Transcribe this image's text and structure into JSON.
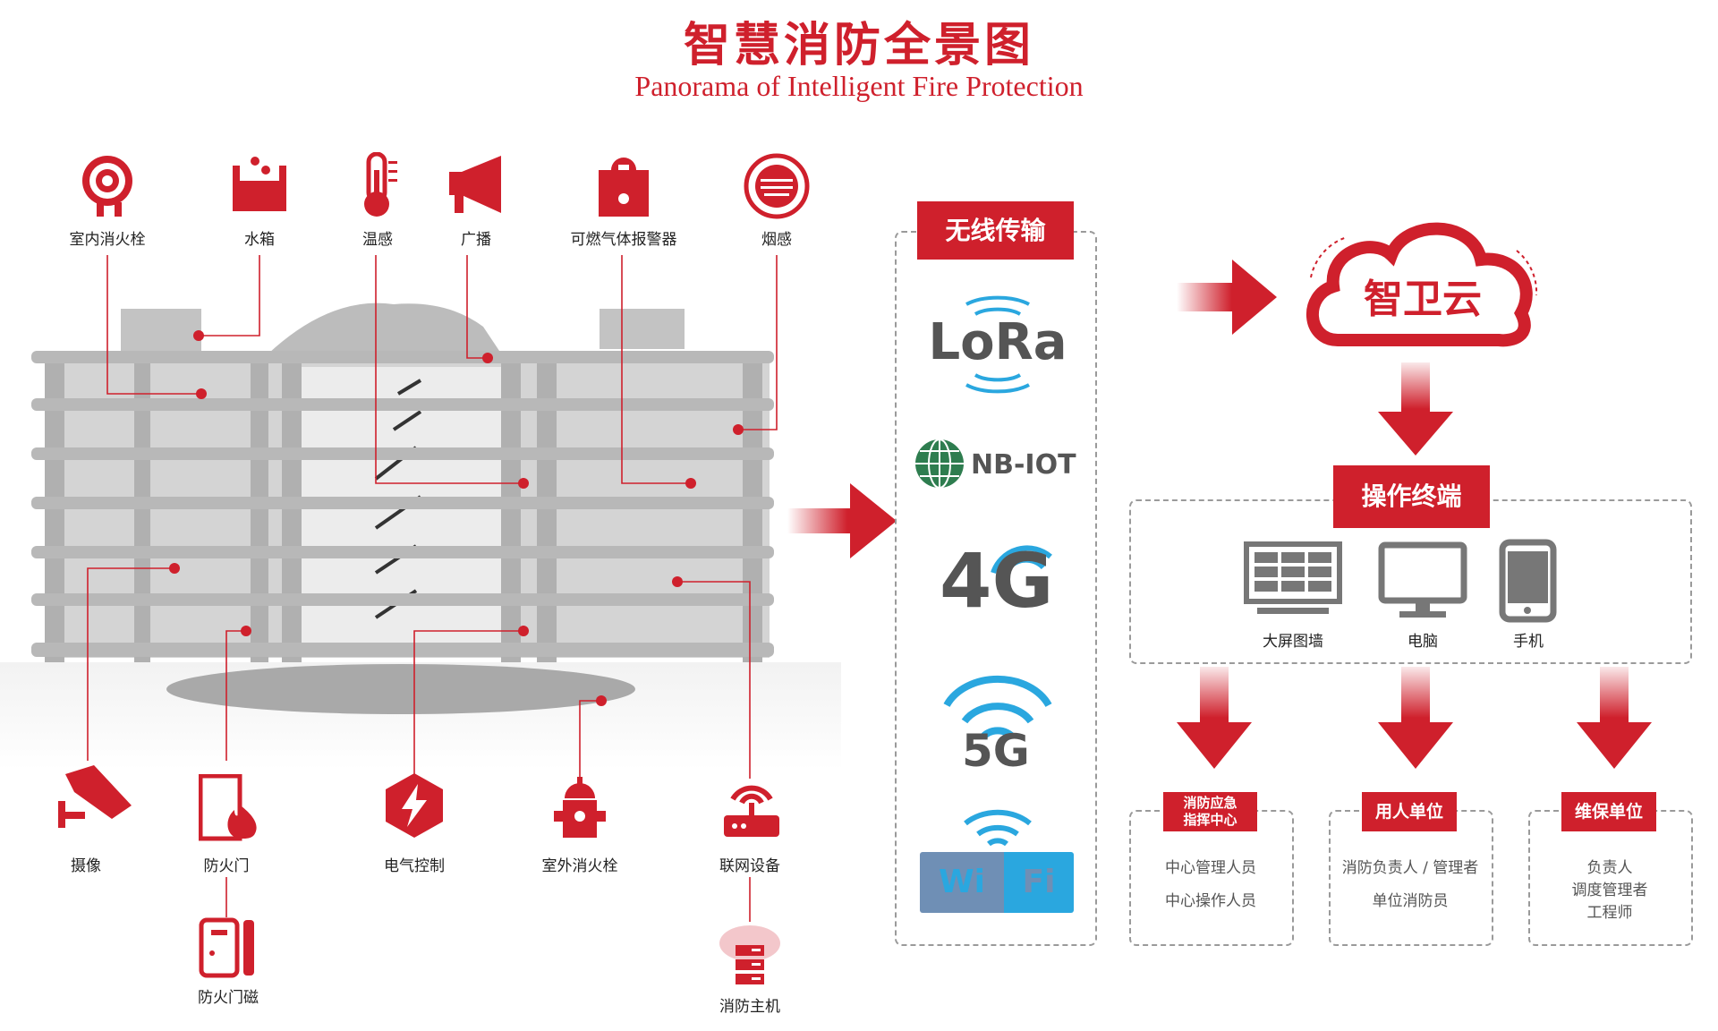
{
  "title": {
    "cn": "智慧消防全景图",
    "en": "Panorama of Intelligent Fire Protection"
  },
  "devices_top": [
    "室内消火栓",
    "水箱",
    "温感",
    "广播",
    "可燃气体报警器",
    "烟感"
  ],
  "devices_bottom": [
    "摄像",
    "防火门",
    "电气控制",
    "室外消火栓",
    "联网设备"
  ],
  "devices_sub": [
    "防火门磁",
    "消防主机"
  ],
  "wireless": {
    "title": "无线传输",
    "items": [
      "LoRa",
      "NB-IOT",
      "4G",
      "5G",
      "Wi",
      "Fi"
    ]
  },
  "cloud": "智卫云",
  "terminal": {
    "title": "操作终端",
    "items": [
      "大屏图墙",
      "电脑",
      "手机"
    ]
  },
  "units": [
    {
      "title": "消防应急\n指挥中心",
      "roles": [
        "中心管理人员",
        "中心操作人员"
      ]
    },
    {
      "title": "用人单位",
      "roles": [
        "消防负责人 / 管理者",
        "单位消防员"
      ]
    },
    {
      "title": "维保单位",
      "roles": [
        "负责人",
        "调度管理者",
        "工程师"
      ]
    }
  ],
  "colors": {
    "accent": "#cf202c",
    "building": "#b4b4b4",
    "dashed": "#9a9a9a",
    "wifi_blue": "#2aa7df"
  }
}
